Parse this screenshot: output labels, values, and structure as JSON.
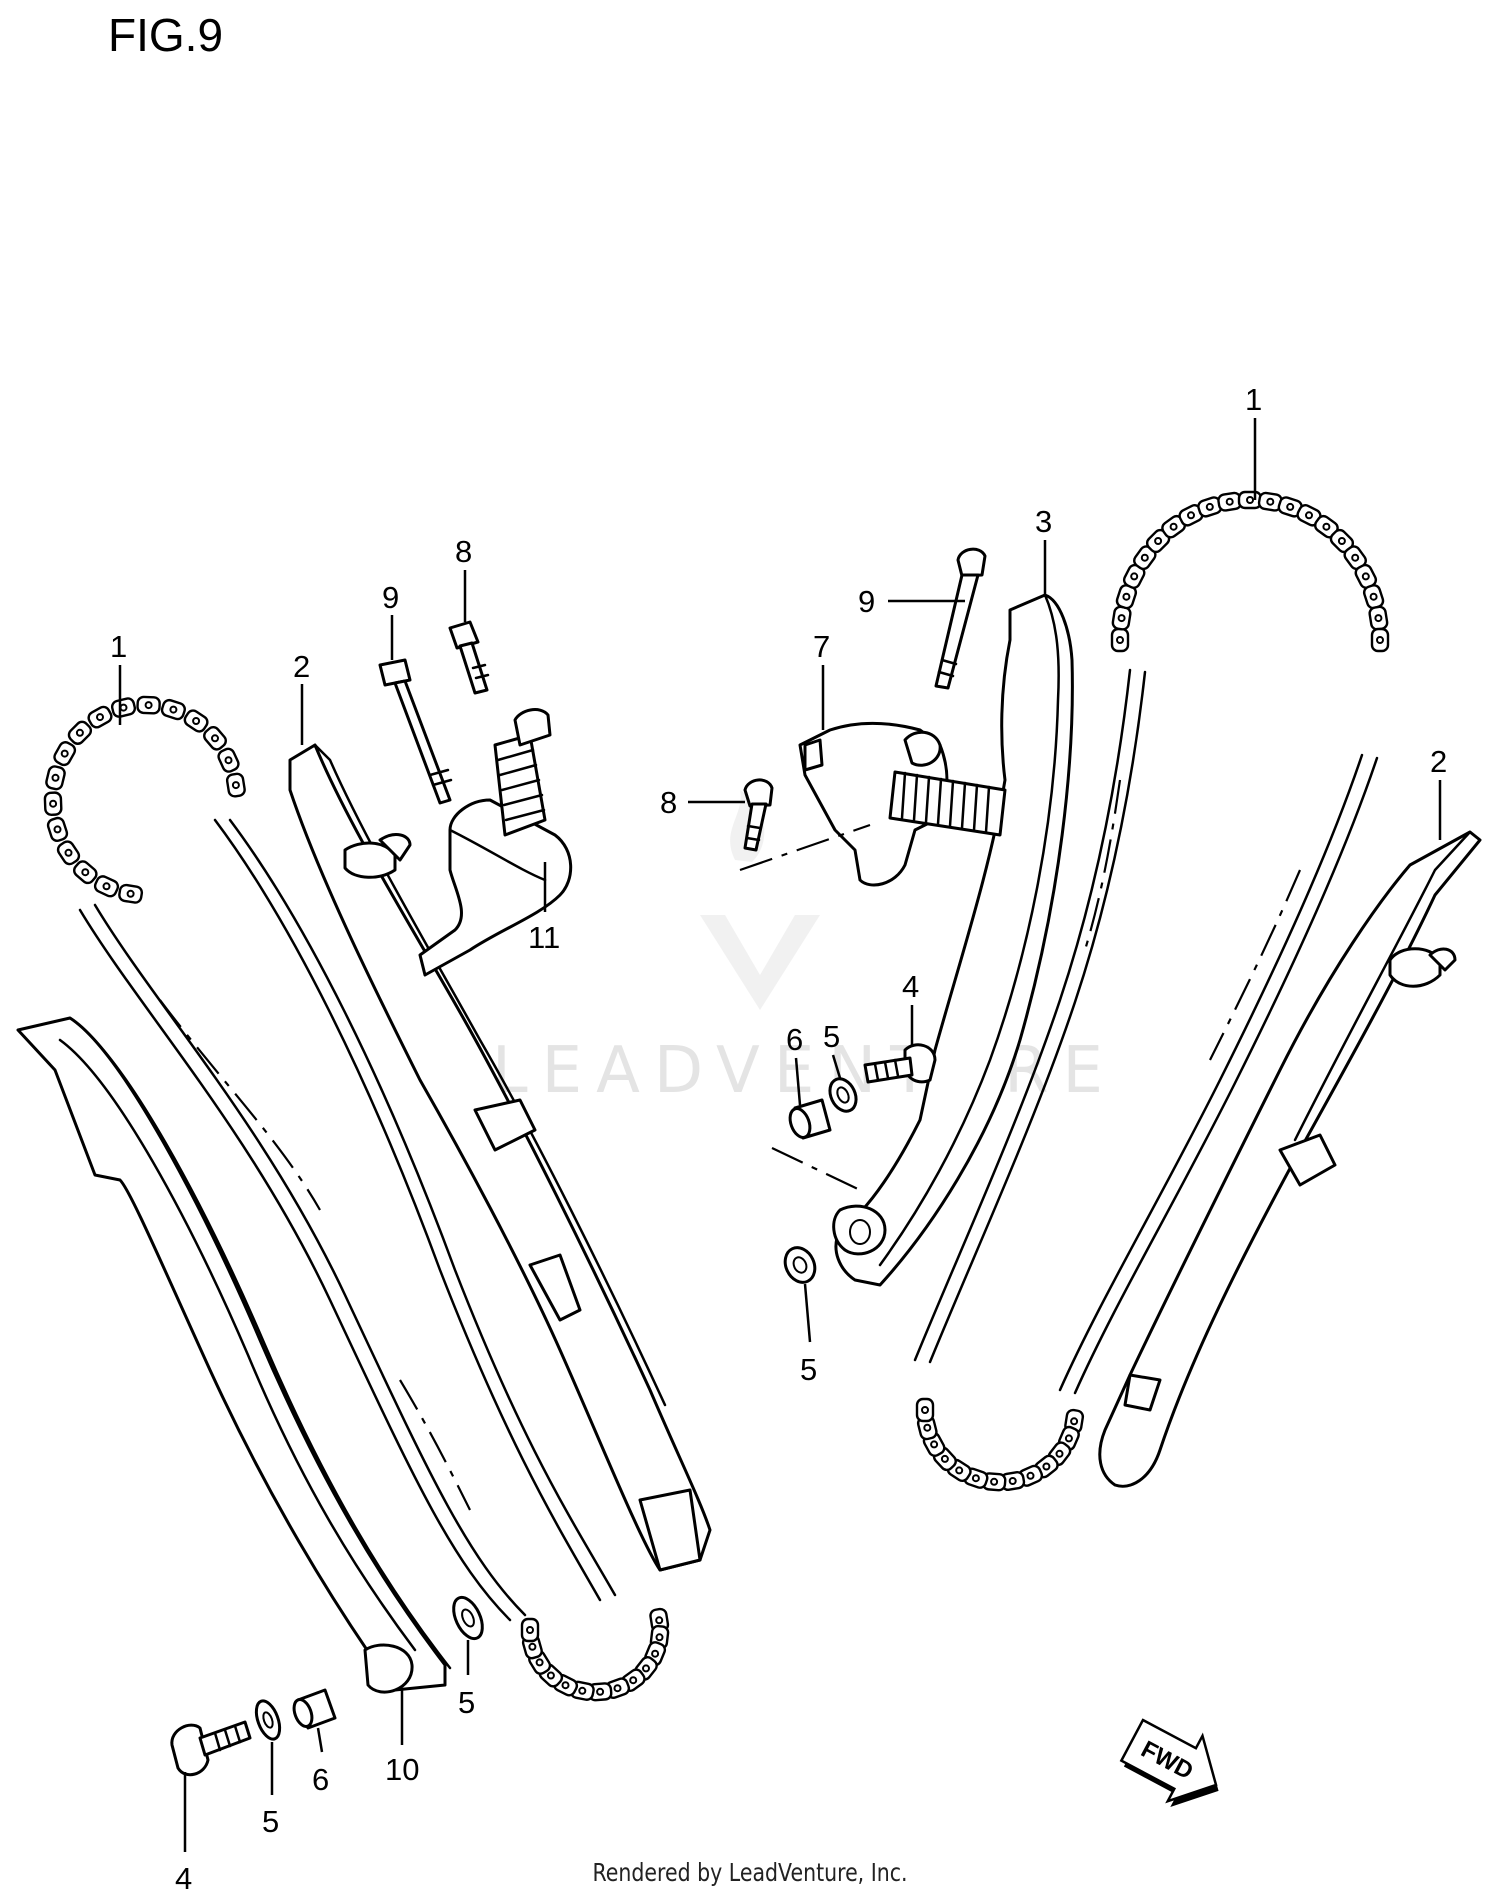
{
  "figure": {
    "title": "FIG.9"
  },
  "watermark": {
    "text": "LEADVENTURE"
  },
  "footer": {
    "text": "Rendered by LeadVenture, Inc."
  },
  "callouts": [
    {
      "id": "c1a",
      "text": "1"
    },
    {
      "id": "c2a",
      "text": "2"
    },
    {
      "id": "c9a",
      "text": "9"
    },
    {
      "id": "c8a",
      "text": "8"
    },
    {
      "id": "c11",
      "text": "11"
    },
    {
      "id": "c10",
      "text": "10"
    },
    {
      "id": "c5a",
      "text": "5"
    },
    {
      "id": "c5b",
      "text": "5"
    },
    {
      "id": "c6a",
      "text": "6"
    },
    {
      "id": "c4a",
      "text": "4"
    },
    {
      "id": "c1b",
      "text": "1"
    },
    {
      "id": "c3",
      "text": "3"
    },
    {
      "id": "c9b",
      "text": "9"
    },
    {
      "id": "c7",
      "text": "7"
    },
    {
      "id": "c8b",
      "text": "8"
    },
    {
      "id": "c4b",
      "text": "4"
    },
    {
      "id": "c5c",
      "text": "5"
    },
    {
      "id": "c6b",
      "text": "6"
    },
    {
      "id": "c5d",
      "text": "5"
    },
    {
      "id": "c2b",
      "text": "2"
    }
  ],
  "fwd_arrow": {
    "text": "FWD"
  }
}
